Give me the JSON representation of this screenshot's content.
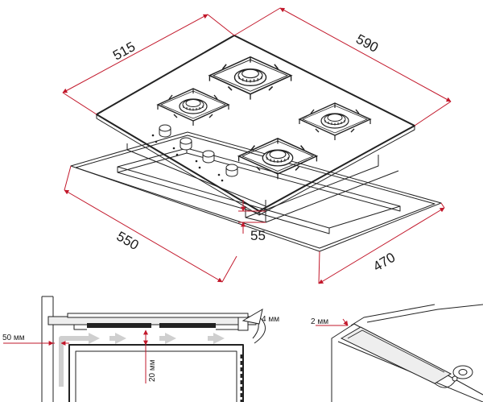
{
  "main_view": {
    "dim_depth_top": "515",
    "dim_width_top": "590",
    "dim_cutout_width": "550",
    "dim_cutout_depth": "470",
    "dim_cutout_height": "55"
  },
  "section_view": {
    "gap_side": "50 мм",
    "gap_bottom": "20 мм",
    "gap_front": "4 мм"
  },
  "detail_view": {
    "seal_thickness": "2 мм"
  },
  "colors": {
    "dimension": "#c2182b",
    "outline": "#222222",
    "airflow": "#cfcfcf"
  }
}
